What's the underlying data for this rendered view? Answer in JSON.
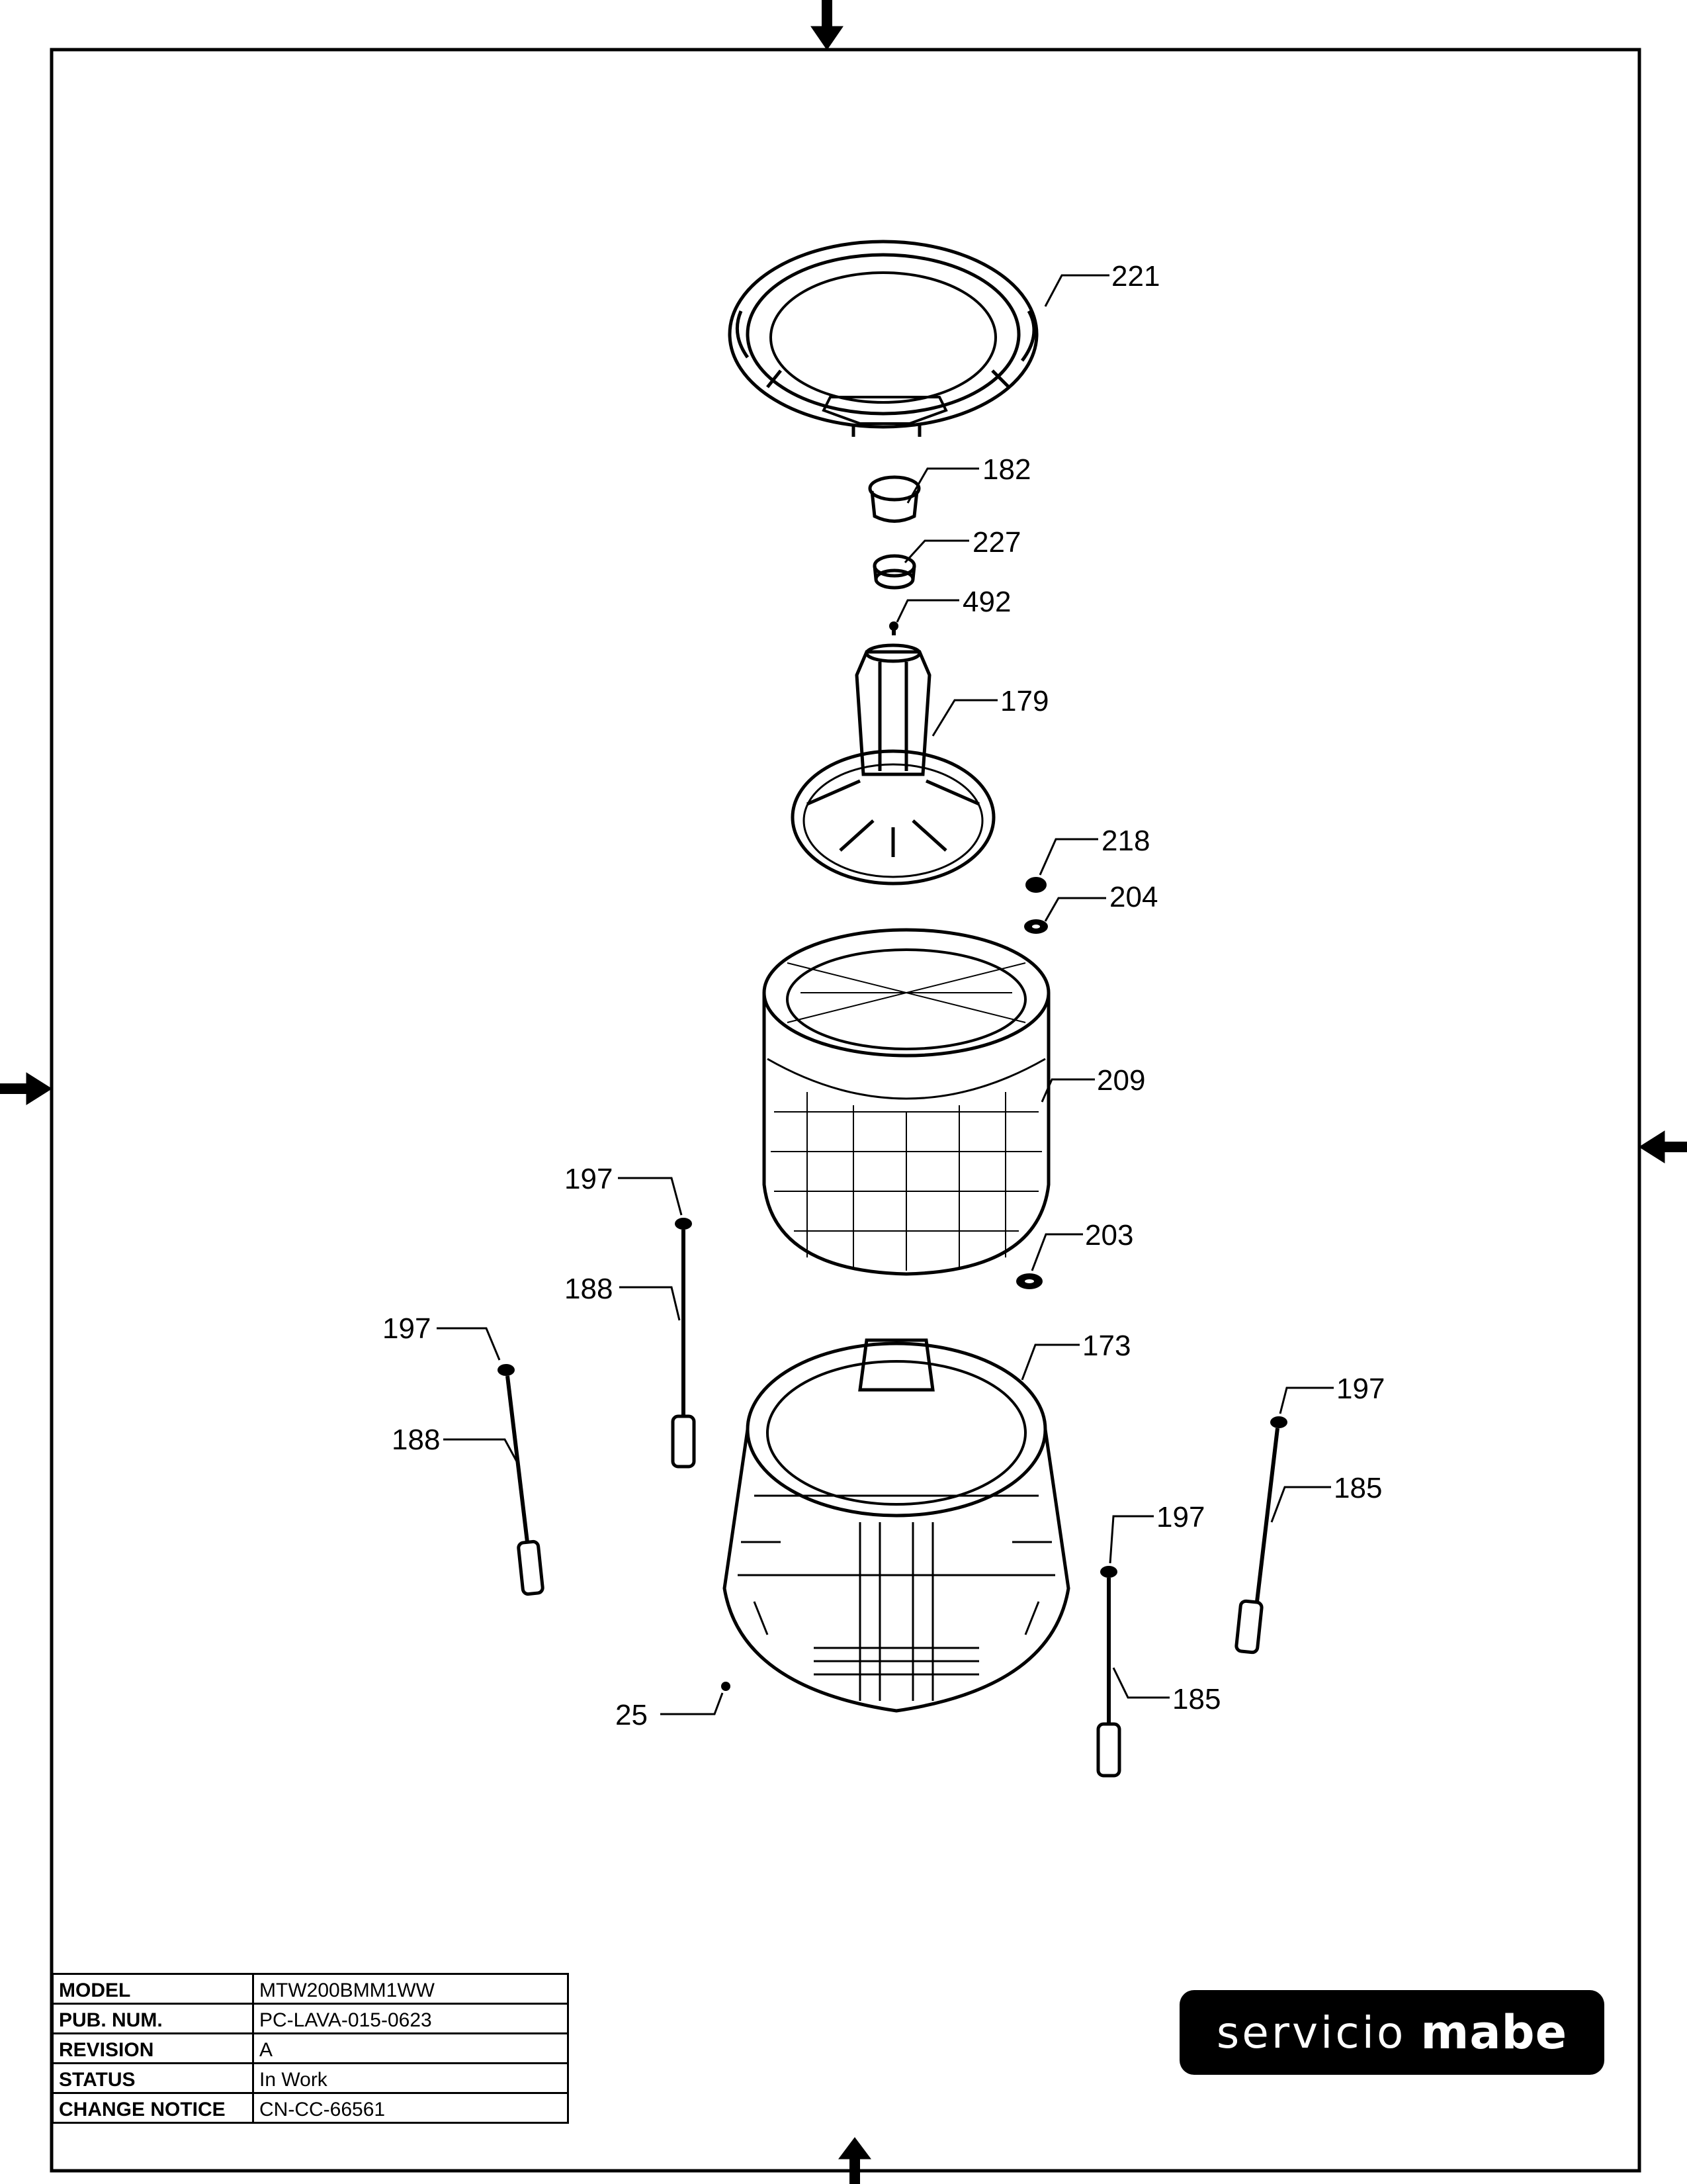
{
  "callouts": [
    {
      "id": "221",
      "label": "221"
    },
    {
      "id": "182",
      "label": "182"
    },
    {
      "id": "227",
      "label": "227"
    },
    {
      "id": "492",
      "label": "492"
    },
    {
      "id": "179",
      "label": "179"
    },
    {
      "id": "218",
      "label": "218"
    },
    {
      "id": "204",
      "label": "204"
    },
    {
      "id": "209",
      "label": "209"
    },
    {
      "id": "197a",
      "label": "197"
    },
    {
      "id": "188a",
      "label": "188"
    },
    {
      "id": "203",
      "label": "203"
    },
    {
      "id": "173",
      "label": "173"
    },
    {
      "id": "197b",
      "label": "197"
    },
    {
      "id": "188b",
      "label": "188"
    },
    {
      "id": "197c",
      "label": "197"
    },
    {
      "id": "185a",
      "label": "185"
    },
    {
      "id": "197d",
      "label": "197"
    },
    {
      "id": "185b",
      "label": "185"
    },
    {
      "id": "25",
      "label": "25"
    }
  ],
  "title_block": [
    {
      "label": "MODEL",
      "value": "MTW200BMM1WW"
    },
    {
      "label": "PUB. NUM.",
      "value": "PC-LAVA-015-0623"
    },
    {
      "label": "REVISION",
      "value": "A"
    },
    {
      "label": "STATUS",
      "value": "In Work"
    },
    {
      "label": "CHANGE NOTICE",
      "value": "CN-CC-66561"
    }
  ],
  "brand": {
    "word1": "servicio",
    "word2": "mabe"
  }
}
